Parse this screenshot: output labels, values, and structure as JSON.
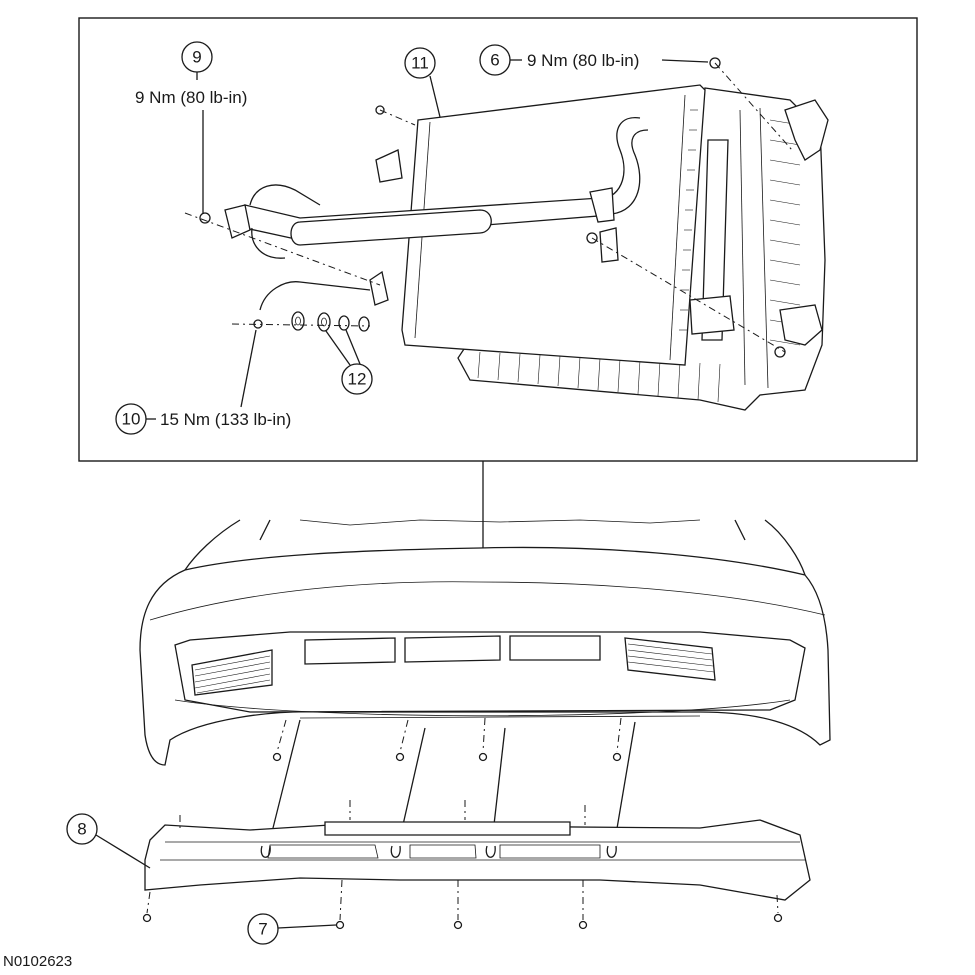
{
  "reference_id": "N0102623",
  "callouts": {
    "c9": {
      "number": "9",
      "torque": "9 Nm (80 lb-in)"
    },
    "c6": {
      "number": "6",
      "torque": "9 Nm (80 lb-in)"
    },
    "c11": {
      "number": "11"
    },
    "c10": {
      "number": "10",
      "torque": "15 Nm (133 lb-in)"
    },
    "c12": {
      "number": "12"
    },
    "c8": {
      "number": "8"
    },
    "c7": {
      "number": "7"
    }
  }
}
